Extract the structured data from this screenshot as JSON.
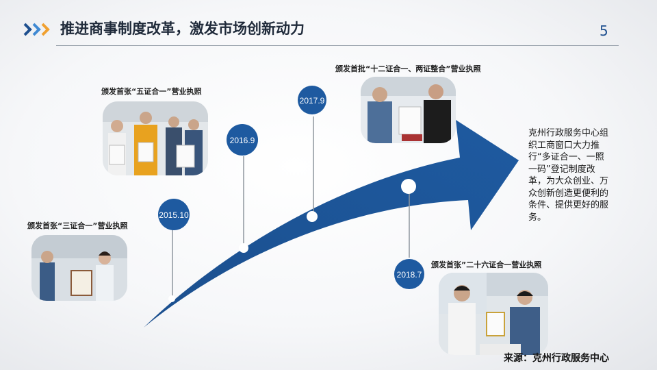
{
  "header": {
    "title": "推进商事制度改革，激发市场创新动力",
    "page_number": "5"
  },
  "timeline": {
    "milestones": [
      {
        "date": "2015.10",
        "caption": "颁发首张“三证合一”营业执照"
      },
      {
        "date": "2016.9",
        "caption": "颁发首张“五证合一”营业执照"
      },
      {
        "date": "2017.9",
        "caption": "颁发首批“十二证合一、两证整合”营业执照"
      },
      {
        "date": "2018.7",
        "caption": "颁发首张”二十六证合一营业执照"
      }
    ]
  },
  "description": "克州行政服务中心组织工商窗口大力推行“多证合一、一照一码”登记制度改革，为大众创业、万众创新创造更便利的条件、提供更好的服务。",
  "source": "来源：克州行政服务中心",
  "colors": {
    "arrow": "#1b4f8e",
    "date_circle": "#1e5aa0",
    "title_text": "#1f2a3a",
    "chevron_dark": "#1e4f8f",
    "chevron_light": "#3f89d3",
    "chevron_orange": "#f0a030"
  }
}
